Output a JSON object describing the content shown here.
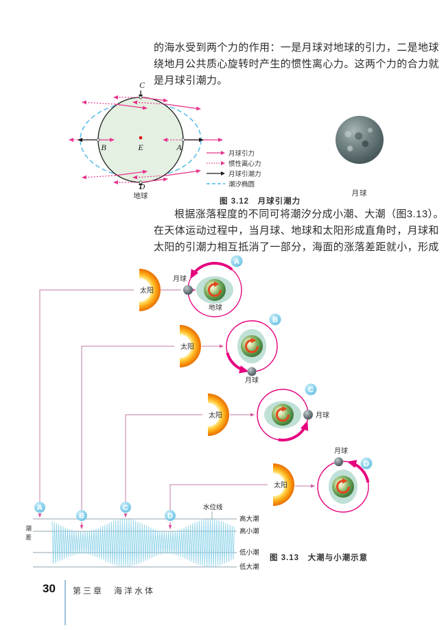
{
  "intro": {
    "lines": [
      "的海水受到两个力的作用：一是月球对地球的引力，二是地球",
      "绕地月公共质心旋转时产生的惯性离心力。这两个力的合力就",
      "是月球引潮力。"
    ]
  },
  "fig_3_12": {
    "caption": "图 3.12　月球引潮力",
    "earth_label": "地球",
    "point_labels": {
      "a": "A",
      "b": "B",
      "c": "C",
      "d": "D",
      "e": "E"
    },
    "legend": {
      "lunar_gravity": "月球引力",
      "centrifugal_force": "惯性离心力",
      "tidal_force": "月球引潮力",
      "tidal_ellipse": "潮汐椭圆"
    }
  },
  "moon_photo": {
    "caption": "月球"
  },
  "para2": {
    "lines": [
      "根据涨落程度的不同可将潮汐分成小潮、大潮（图3.13）。",
      "在天体运动过程中，当月球、地球和太阳形成直角时，月球和",
      "太阳的引潮力相互抵消了一部分，海面的涨落差距就小，形成"
    ]
  },
  "fig_3_13": {
    "caption": "图 3.13　大潮与小潮示意",
    "sun_label": "太阳",
    "moon_label": "月球",
    "earth_label": "地球",
    "badges": {
      "a": "A",
      "b": "B",
      "c": "C",
      "d": "D"
    },
    "tide_chart": {
      "water_level": "水位线",
      "range_label": "潮差",
      "levels": [
        "高大潮",
        "高小潮",
        "低小潮",
        "低大潮"
      ]
    }
  },
  "footer": {
    "page_number": "30",
    "chapter_title": "第三章　海洋水体"
  },
  "palette": {
    "force_arrow_pink": "#e8348b",
    "tidal_ellipse_blue": "#45b6e6",
    "orbit_magenta": "#e6007e",
    "connector_pink": "#cf93b8",
    "badge_blue": "#7ecbe8",
    "sun_orange": "#ef7c04",
    "sun_yellow": "#ffe680",
    "earth_green": "#5e9a4e",
    "tidal_bulge_teal": "#bfe0d6",
    "wave_blue": "#8fd3e9",
    "footer_line_blue": "#9cc3dc"
  }
}
